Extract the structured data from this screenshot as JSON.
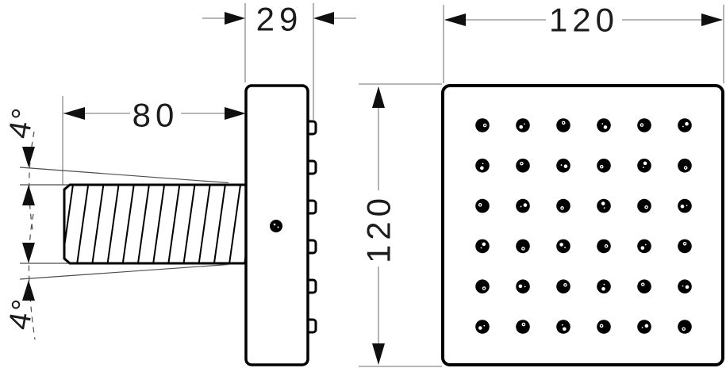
{
  "dimensions": {
    "depth": "29",
    "arm_length": "80",
    "face_width": "120",
    "face_height": "120",
    "angle_top": "4°",
    "angle_bottom": "4°"
  },
  "front_view": {
    "nozzle_rows": 6,
    "nozzle_cols": 6
  },
  "side_view": {
    "nozzle_bumps": 6
  },
  "colors": {
    "outline": "#000000",
    "dimension_lines": "#8c8c8c",
    "annotation_lines": "#4d4d4d",
    "text": "#1c1c1c",
    "background": "#ffffff"
  }
}
